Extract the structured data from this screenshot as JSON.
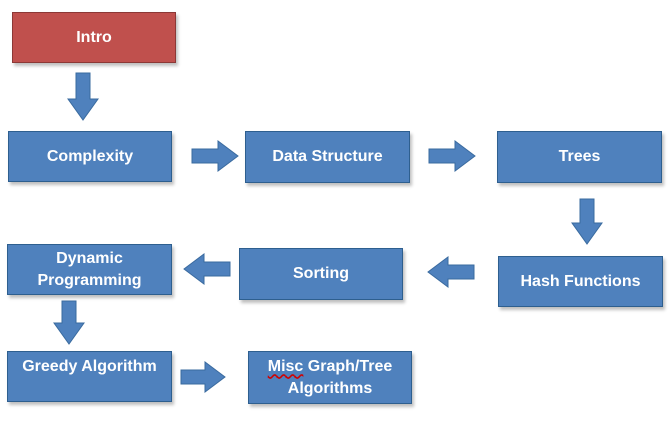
{
  "colors": {
    "box_fill": "#4f81bd",
    "box_border": "#2e5f8f",
    "start_box_fill": "#c0504d",
    "start_box_border": "#8c3836",
    "arrow_fill": "#4f81bd",
    "text": "#ffffff"
  },
  "nodes": {
    "intro": "Intro",
    "complexity": "Complexity",
    "data_structure": "Data Structure",
    "trees": "Trees",
    "hash_functions": "Hash Functions",
    "sorting": "Sorting",
    "dynamic_programming": "Dynamic\nProgramming",
    "greedy_algorithm": "Greedy Algorithm",
    "misc_graph_prefix": "Misc",
    "misc_graph_rest": " Graph/Tree\nAlgorithms"
  },
  "edges": [
    {
      "from": "intro",
      "to": "complexity",
      "direction": "down"
    },
    {
      "from": "complexity",
      "to": "data_structure",
      "direction": "right"
    },
    {
      "from": "data_structure",
      "to": "trees",
      "direction": "right"
    },
    {
      "from": "trees",
      "to": "hash_functions",
      "direction": "down"
    },
    {
      "from": "hash_functions",
      "to": "sorting",
      "direction": "left"
    },
    {
      "from": "sorting",
      "to": "dynamic_programming",
      "direction": "left"
    },
    {
      "from": "dynamic_programming",
      "to": "greedy_algorithm",
      "direction": "down"
    },
    {
      "from": "greedy_algorithm",
      "to": "misc_graph_tree_algorithms",
      "direction": "right"
    }
  ]
}
